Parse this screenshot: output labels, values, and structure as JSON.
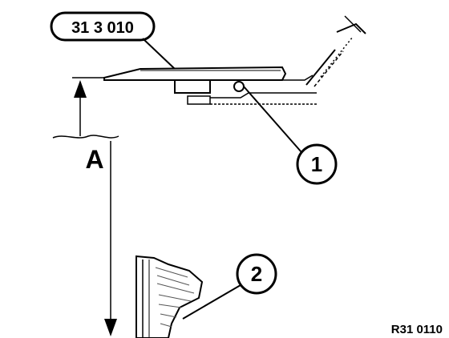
{
  "tool_label": "31 3 010",
  "dimension_label": "A",
  "callouts": [
    "1",
    "2"
  ],
  "figure_code": "R31 0110",
  "colors": {
    "ink": "#000000",
    "paper": "#ffffff",
    "hatch": "#555555"
  }
}
